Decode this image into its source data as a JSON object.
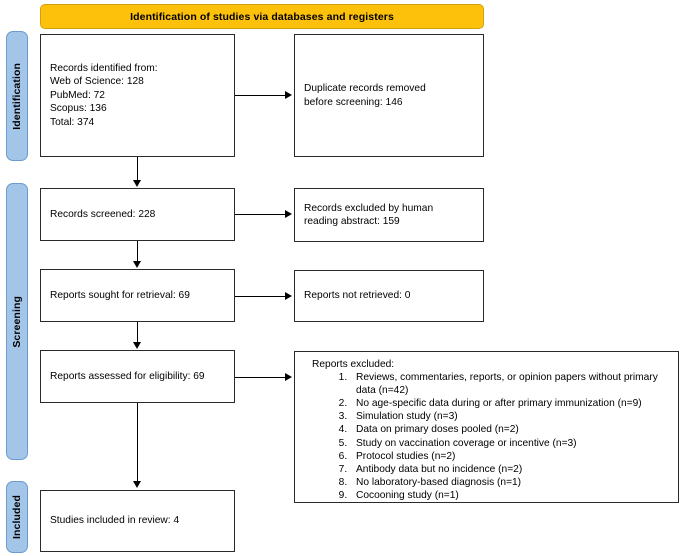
{
  "banner": {
    "title": "Identification of studies via databases and registers"
  },
  "stages": [
    {
      "id": "identification",
      "label": "Identification"
    },
    {
      "id": "screening",
      "label": "Screening"
    },
    {
      "id": "included",
      "label": "Included"
    }
  ],
  "nodes": {
    "records_identified": "Records identified from:\nWeb of Science: 128\nPubMed: 72\nScopus: 136\nTotal: 374",
    "duplicates_removed": "Duplicate records removed\nbefore screening: 146",
    "records_screened": "Records screened: 228",
    "records_excluded_human": "Records excluded by human\nreading abstract: 159",
    "reports_sought": "Reports sought for retrieval: 69",
    "reports_not_retrieved": "Reports not retrieved: 0",
    "reports_assessed": "Reports assessed for eligibility: 69",
    "studies_included": "Studies included in review: 4"
  },
  "reports_excluded": {
    "title": "Reports excluded:",
    "items": [
      "Reviews, commentaries, reports, or opinion papers without primary data (n=42)",
      "No age-specific data during or after primary immunization (n=9)",
      "Simulation study (n=3)",
      "Data on primary doses pooled (n=2)",
      "Study on vaccination coverage or incentive (n=3)",
      "Protocol studies (n=2)",
      "Antibody data but no incidence (n=2)",
      "No laboratory-based diagnosis (n=1)",
      "Cocooning study (n=1)"
    ]
  },
  "colors": {
    "banner_fill": "#fdc10b",
    "stage_tab_fill": "#a3c5e8",
    "node_border": "#2b2b2b",
    "connector": "#000000"
  }
}
